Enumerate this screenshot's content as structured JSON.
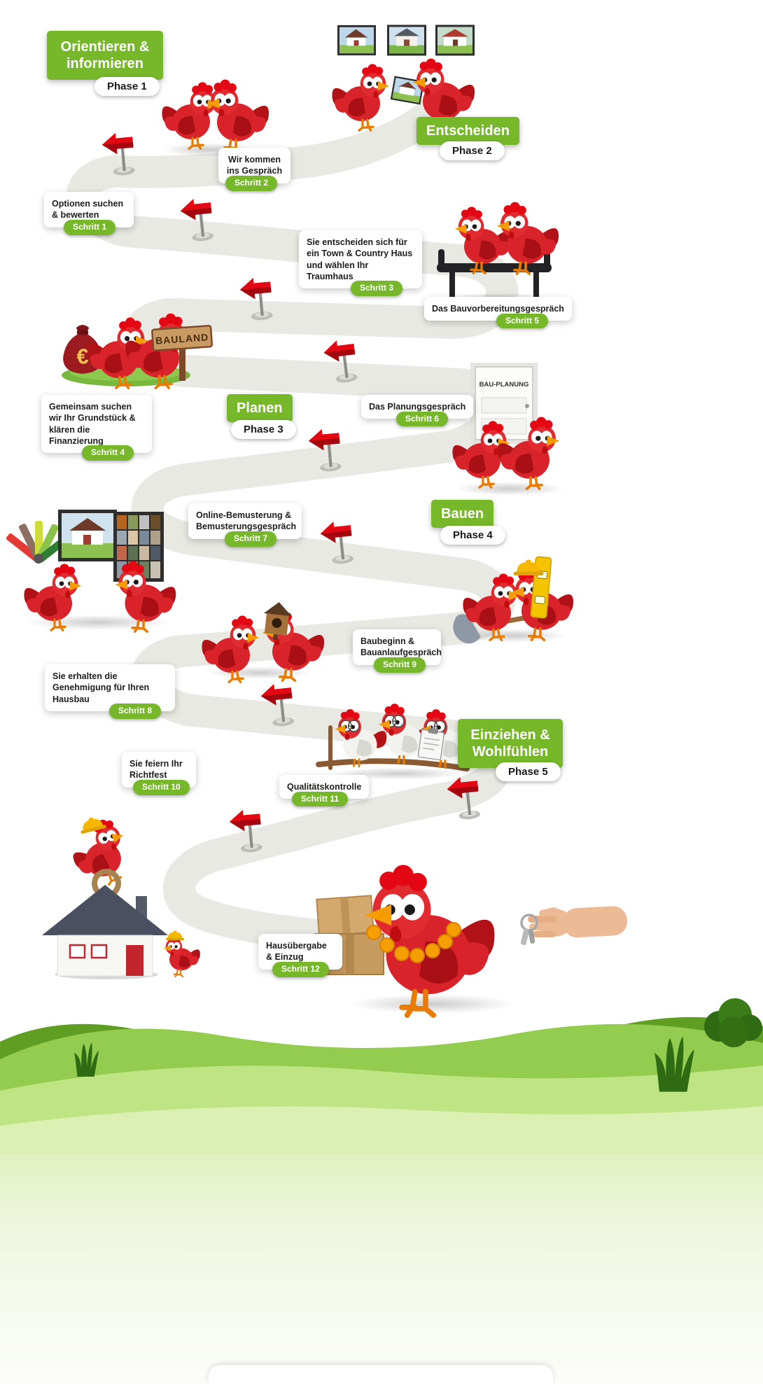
{
  "phases": [
    {
      "label": "Orientieren & informieren",
      "badge": "Phase 1"
    },
    {
      "label": "Entscheiden",
      "badge": "Phase 2"
    },
    {
      "label": "Planen",
      "badge": "Phase 3"
    },
    {
      "label": "Bauen",
      "badge": "Phase 4"
    },
    {
      "label": "Einziehen & Wohlfühlen",
      "badge": "Phase 5"
    }
  ],
  "steps": [
    {
      "label": "Optionen suchen & bewerten",
      "badge": "Schritt 1"
    },
    {
      "label": "Wir kommen ins Gespräch",
      "badge": "Schritt 2"
    },
    {
      "label": "Sie entscheiden sich für ein Town & Country Haus und wählen Ihr Traumhaus",
      "badge": "Schritt 3"
    },
    {
      "label": "Gemeinsam suchen wir Ihr Grundstück & klären die Finanzierung",
      "badge": "Schritt 4"
    },
    {
      "label": "Das Bauvorbereitungsgespräch",
      "badge": "Schritt 5"
    },
    {
      "label": "Das Planungsgespräch",
      "badge": "Schritt 6"
    },
    {
      "label": "Online-Bemusterung & Bemusterungsgespräch",
      "badge": "Schritt 7"
    },
    {
      "label": "Sie erhalten die Genehmigung für Ihren Hausbau",
      "badge": "Schritt 8"
    },
    {
      "label": "Baubeginn & Bauanlaufgespräch",
      "badge": "Schritt 9"
    },
    {
      "label": "Sie feiern Ihr Richtfest",
      "badge": "Schritt 10"
    },
    {
      "label": "Qualitätskontrolle",
      "badge": "Schritt 11"
    },
    {
      "label": "Hausübergabe & Einzug",
      "badge": "Schritt 12"
    }
  ],
  "props": {
    "bauland_sign": "BAULAND",
    "bau_planung_sign": "BAU-PLANUNG",
    "euro_symbol": "€"
  },
  "colors": {
    "brand_green": "#76b82a",
    "path_gray": "#e9e9e3",
    "flag_red": "#e30613",
    "bird_red": "#d8232a"
  }
}
